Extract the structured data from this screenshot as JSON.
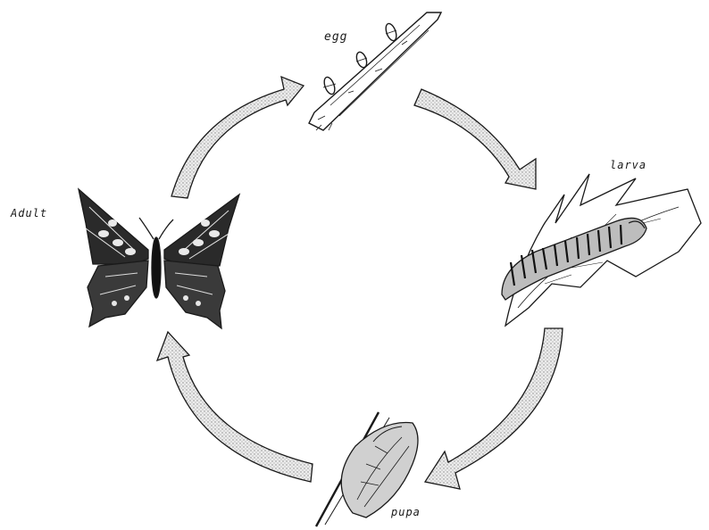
{
  "labels": {
    "egg": "egg",
    "larva": "larva",
    "pupa": "pupa",
    "adult": "Adult"
  },
  "stages": [
    "egg",
    "larva",
    "pupa",
    "adult"
  ],
  "icons": {
    "egg": "eggs-on-twig-icon",
    "larva": "caterpillar-on-leaf-icon",
    "pupa": "chrysalis-icon",
    "adult": "swallowtail-butterfly-icon"
  },
  "colors": {
    "ink": "#1a1a1a",
    "arrow_fill": "#d6d6d6",
    "background": "#ffffff"
  }
}
